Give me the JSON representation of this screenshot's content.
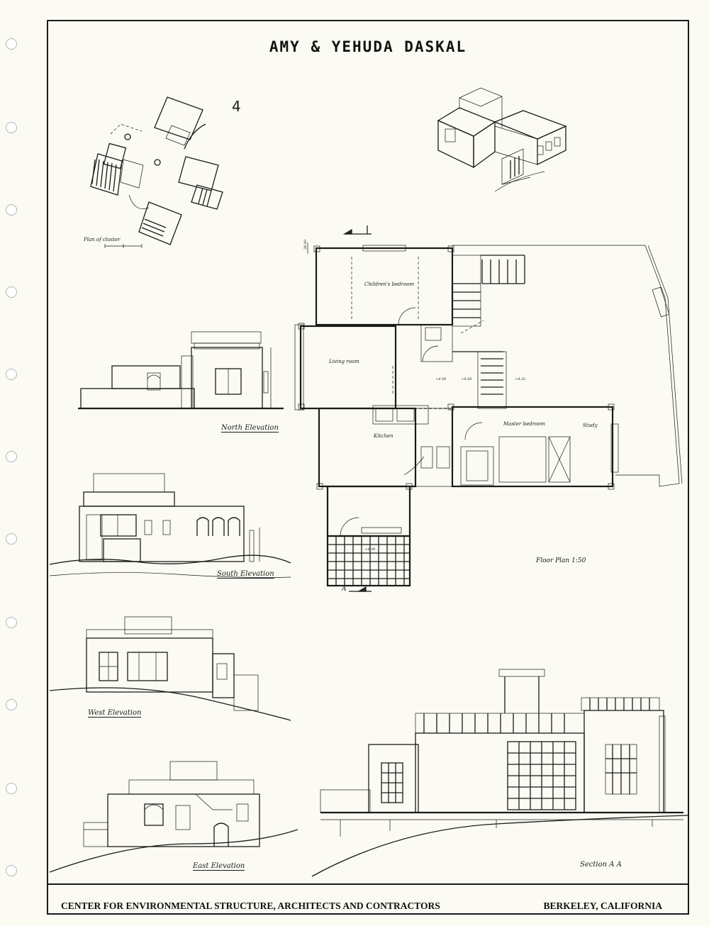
{
  "title": "AMY & YEHUDA DASKAL",
  "footer": {
    "left": "CENTER FOR ENVIRONMENTAL STRUCTURE, ARCHITECTS AND CONTRACTORS",
    "right": "BERKELEY, CALIFORNIA"
  },
  "site_plan": {
    "north_mark": "4",
    "label": "Plan of cluster"
  },
  "floor_plan": {
    "title": "Floor Plan  1:50",
    "rooms": {
      "children_bedroom": "Children's bedroom",
      "living_room": "Living room",
      "kitchen": "Kitchen",
      "master_bedroom": "Master bedroom",
      "study": "Study"
    },
    "levels": [
      "+4.50",
      "+4.50",
      "+4.32",
      "+4.30"
    ],
    "section_marker": "A",
    "elevation_mark": "38.40"
  },
  "elevations": {
    "north": "North Elevation",
    "south": "South Elevation",
    "west": "West Elevation",
    "east": "East Elevation",
    "section": "Section  A  A"
  }
}
